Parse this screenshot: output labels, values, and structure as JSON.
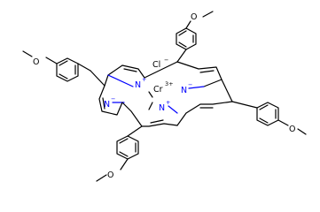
{
  "atoms": {
    "cl": "Cl",
    "cl_charge": "−",
    "cr": "Cr",
    "cr_charge": "3+",
    "n_top_left": "N",
    "n_top_left_charge": "+",
    "n_top_right": "N",
    "n_top_right_charge": "−",
    "n_left": "N",
    "n_left_charge": "−",
    "n_bottom": "N",
    "n_bottom_charge": "+",
    "o_top": "O",
    "o_left": "O",
    "o_right": "O",
    "o_bottom": "O"
  },
  "colors": {
    "bond": "#000000",
    "nitrogen": "#0000ff",
    "background": "#ffffff"
  }
}
